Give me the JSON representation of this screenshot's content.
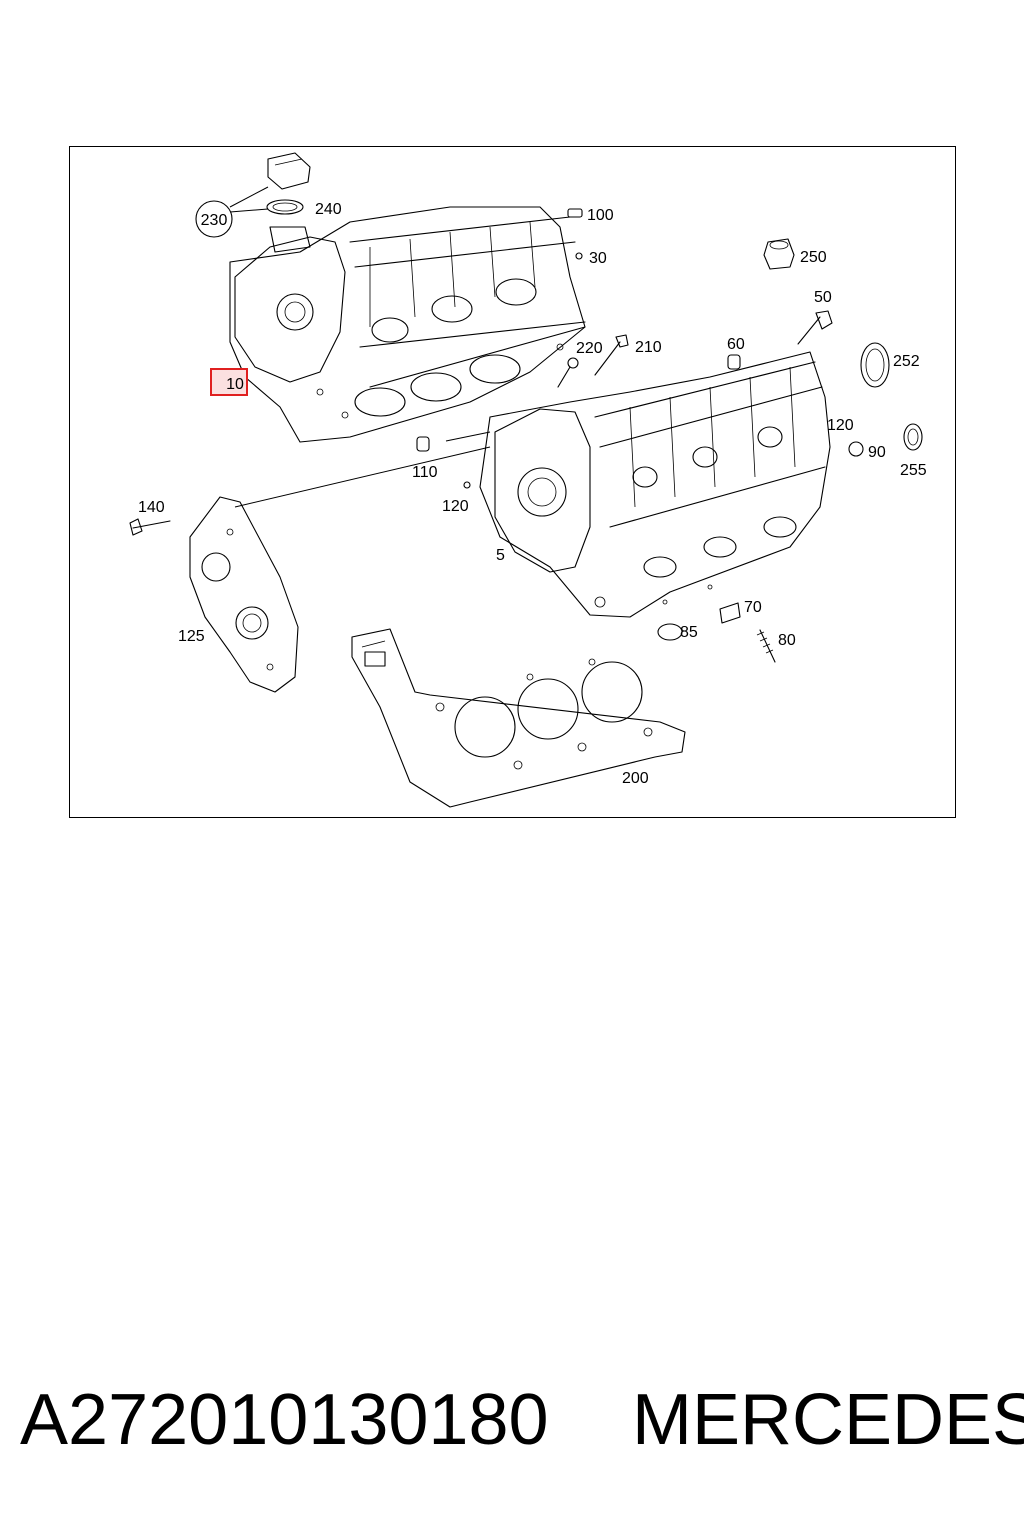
{
  "diagram": {
    "callouts": {
      "c230": "230",
      "c240": "240",
      "c100": "100",
      "c30": "30",
      "c250": "250",
      "c50": "50",
      "c252": "252",
      "c60": "60",
      "c220": "220",
      "c210": "210",
      "c10": "10",
      "c120a": "120",
      "c90": "90",
      "c255": "255",
      "c110": "110",
      "c120b": "120",
      "c140": "140",
      "c5": "5",
      "c70": "70",
      "c85": "85",
      "c80": "80",
      "c125": "125",
      "c200": "200"
    },
    "highlighted_part": "10",
    "highlight_color": "#e02020",
    "highlight_fill": "#fbe0e0"
  },
  "footer": {
    "part_number": "A272010130180",
    "brand": "MERCEDES"
  }
}
